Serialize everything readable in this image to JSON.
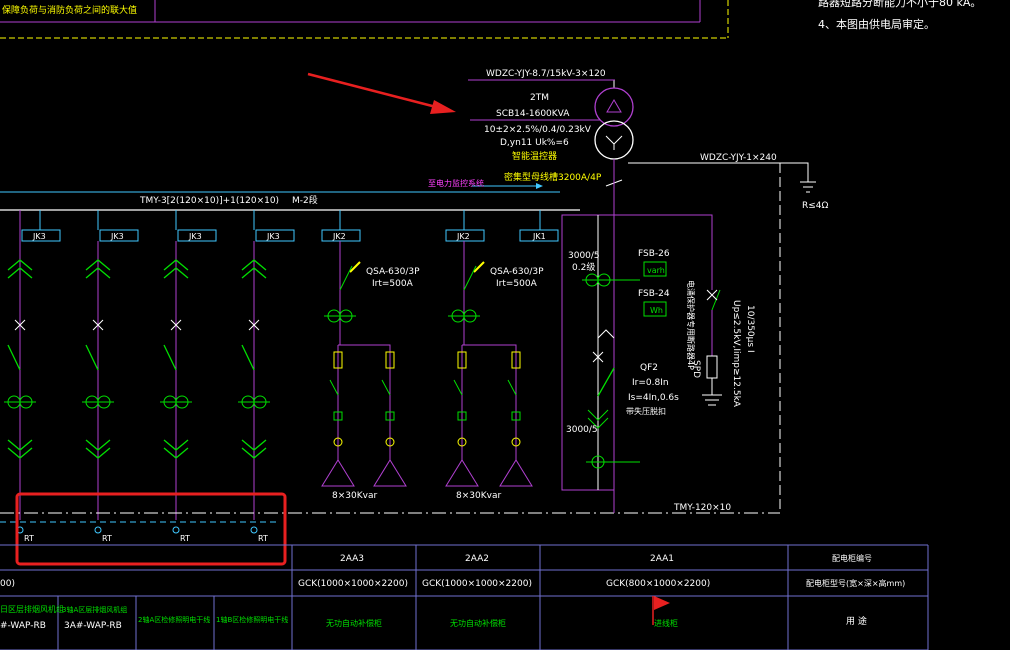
{
  "colors": {
    "background": "#000000",
    "white": "#ffffff",
    "magenta": "#b040d0",
    "green": "#00e000",
    "cyan": "#40c8ff",
    "yellow": "#ffff00",
    "red_highlight": "#e82020",
    "table_border": "#7070d0"
  },
  "top_left_note": "保障负荷与消防负荷之间的联大值",
  "notes": {
    "line_top": "路器短路分断能力不小于80 kA。",
    "line_4": "4、本图由供电局审定。"
  },
  "transformer": {
    "cable_in": "WDZC-YJY-8.7/15kV-3×120",
    "name": "2TM",
    "model": "SCB14-1600KVA",
    "ratio": "10±2×2.5%/0.4/0.23kV",
    "vector": "D,yn11   Uk%=6",
    "controller": "智能温控器",
    "busway": "密集型母线槽3200A/4P",
    "ground_cable": "WDZC-YJY-1×240",
    "ground_resistance": "R≤4Ω"
  },
  "busbar": {
    "label": "TMY-3[2(120×10)]+1(120×10)",
    "name": "M-2段",
    "monitor": "至电力监控系统",
    "bottom_busbar": "TMY-120×10"
  },
  "feeders": [
    {
      "tag": "JK3",
      "rt": "RT"
    },
    {
      "tag": "JK3",
      "rt": "RT"
    },
    {
      "tag": "JK3",
      "rt": "RT"
    },
    {
      "tag": "JK3",
      "rt": "RT"
    }
  ],
  "capacitor_banks": [
    {
      "tag": "JK2",
      "switch": "QSA-630/3P",
      "rating": "Irt=500A",
      "capacity": "8×30Kvar"
    },
    {
      "tag": "JK2",
      "switch": "QSA-630/3P",
      "rating": "Irt=500A",
      "capacity": "8×30Kvar"
    }
  ],
  "incoming": {
    "tag": "JK1",
    "ct_top": "3000/5",
    "ct_top_class": "0.2级",
    "meter1": "FSB-26",
    "meter1_unit": "varh",
    "meter2": "FSB-24",
    "meter2_unit": "Wh",
    "breaker": "QF2",
    "ir": "Ir=0.8In",
    "is": "Is=4In,0.6s",
    "trip": "带失压脱扣",
    "ct_bottom": "3000/5",
    "spd_switch": "电涌保护器专用断路器4P",
    "spd": "SPD",
    "spd_spec1": "10/350μs  Ⅰ",
    "spd_spec2": "Up≤2.5kV,Iimp≥12.5kA"
  },
  "table": {
    "header_row": [
      "",
      "2AA3",
      "2AA2",
      "2AA1",
      "配电柜编号"
    ],
    "model_row": [
      "00)",
      "GCK(1000×1000×2200)",
      "GCK(1000×1000×2200)",
      "GCK(800×1000×2200)",
      "配电柜型号(宽×深×高mm)"
    ],
    "use_row": [
      {
        "line1": "日区层排烟风机组",
        "line2": "#-WAP-RB"
      },
      {
        "line1": "3轴A区层排烟风机组",
        "line2": "3A#-WAP-RB"
      },
      {
        "line1": "2轴A区检修照明电干线",
        "line2": ""
      },
      {
        "line1": "1轴B区检修照明电干线",
        "line2": ""
      },
      {
        "line1": "无功自动补偿柜",
        "line2": ""
      },
      {
        "line1": "无功自动补偿柜",
        "line2": ""
      },
      {
        "line1": "进线柜",
        "line2": ""
      },
      {
        "line1": "用   途",
        "line2": ""
      }
    ]
  }
}
